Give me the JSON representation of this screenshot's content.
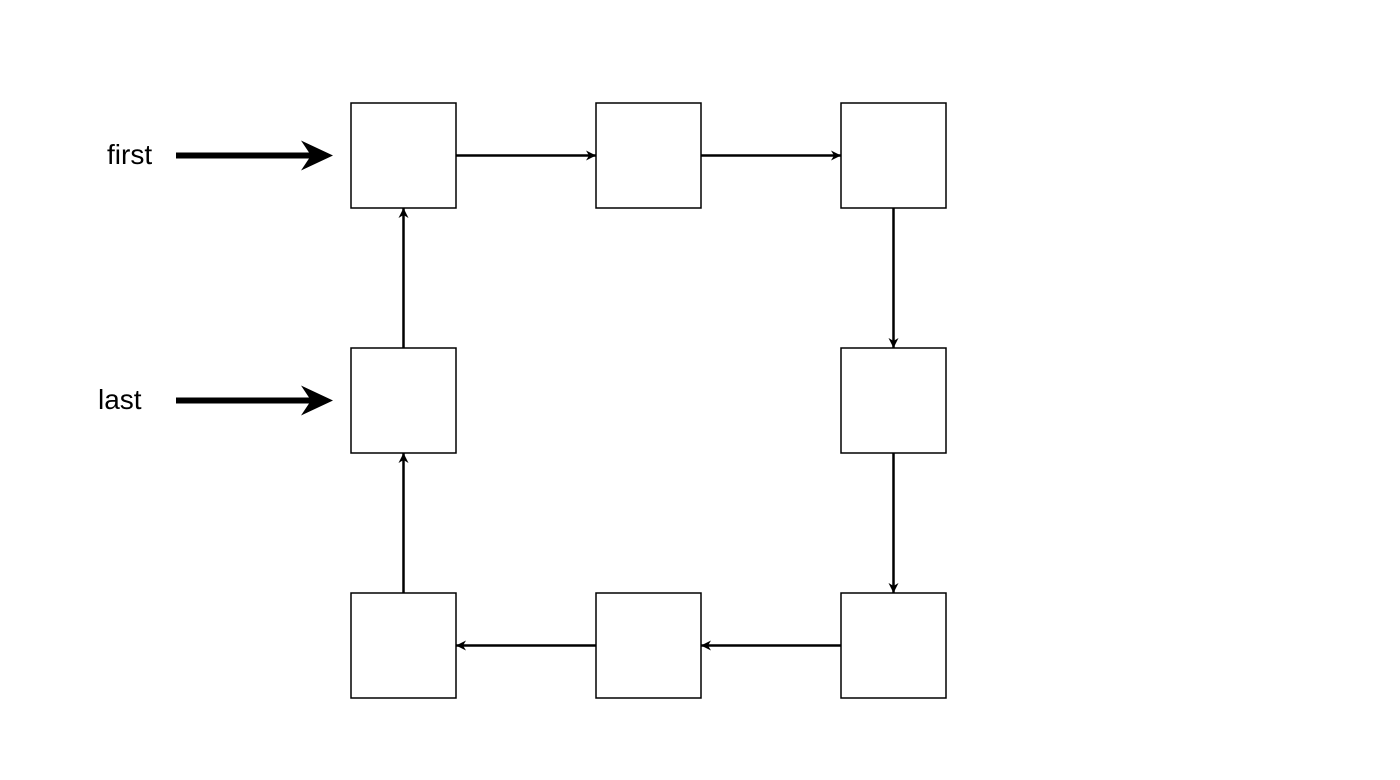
{
  "diagram": {
    "type": "circular-linked-list",
    "pointers": {
      "first_label": "first",
      "last_label": "last"
    },
    "nodes": [
      {
        "id": "n1"
      },
      {
        "id": "n2"
      },
      {
        "id": "n3"
      },
      {
        "id": "n4"
      },
      {
        "id": "n5"
      },
      {
        "id": "n6"
      },
      {
        "id": "n7"
      },
      {
        "id": "n8"
      }
    ],
    "links": [
      {
        "from": "n1",
        "to": "n2"
      },
      {
        "from": "n2",
        "to": "n3"
      },
      {
        "from": "n3",
        "to": "n4"
      },
      {
        "from": "n4",
        "to": "n5"
      },
      {
        "from": "n5",
        "to": "n6"
      },
      {
        "from": "n6",
        "to": "n7"
      },
      {
        "from": "n7",
        "to": "n8"
      },
      {
        "from": "n8",
        "to": "n1"
      }
    ],
    "pointer_targets": {
      "first": "n1",
      "last": "n8"
    },
    "colors": {
      "stroke": "#000000",
      "fill": "#ffffff"
    }
  }
}
